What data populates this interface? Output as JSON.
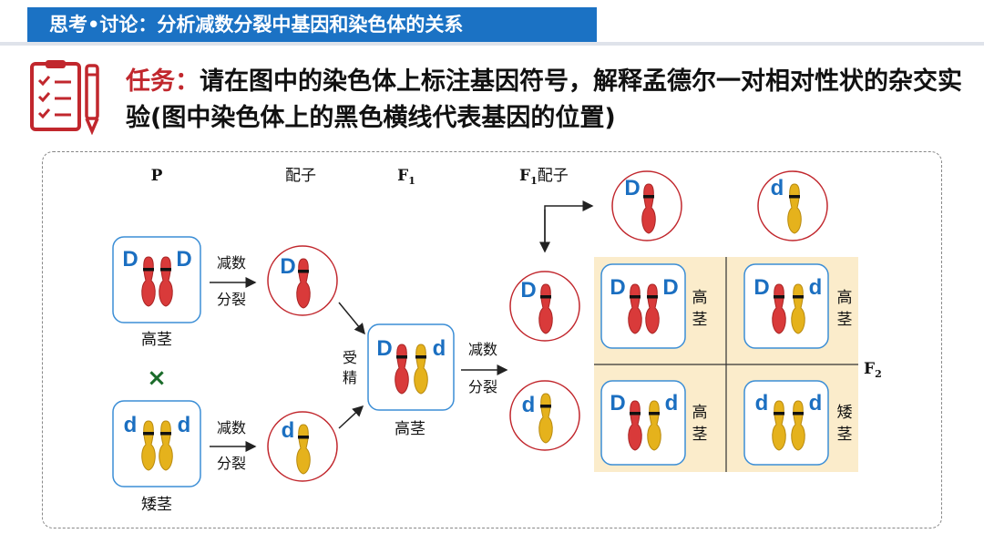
{
  "header": {
    "title": "思考•讨论：分析减数分裂中基因和染色体的关系"
  },
  "task": {
    "label": "任务：",
    "text": "请在图中的染色体上标注基因符号，解释孟德尔一对相对性状的杂交实验(图中染色体上的黑色横线代表基因的位置)"
  },
  "icons": {
    "task": "checklist-pencil-icon",
    "cross": "cross-icon"
  },
  "colors": {
    "header": "#1b72c4",
    "allele": "#1b6fc1",
    "dominant_chromosome": "#d93a3a",
    "recessive_chromosome": "#e5b21c",
    "circle": "#c1272d",
    "box": "#3b8ed6",
    "grid": "#fbeccb"
  },
  "diagram": {
    "col_p": "P",
    "col_gamete": "配子",
    "col_f1": "F",
    "col_f1_sub": "1",
    "col_f1_gamete": "F",
    "col_f1_gamete_sub": "1",
    "col_f1_gamete_suffix": "配子",
    "f2": "F",
    "f2_sub": "2",
    "meiosis_top": "减数",
    "meiosis_bottom": "分裂",
    "fertilization_top": "受",
    "fertilization_bottom": "精",
    "tall": "高茎",
    "dwarf": "矮茎",
    "tall_v1": "高",
    "tall_v2": "茎",
    "dwarf_v1": "矮",
    "dwarf_v2": "茎",
    "allele_D": "D",
    "allele_d": "d"
  }
}
